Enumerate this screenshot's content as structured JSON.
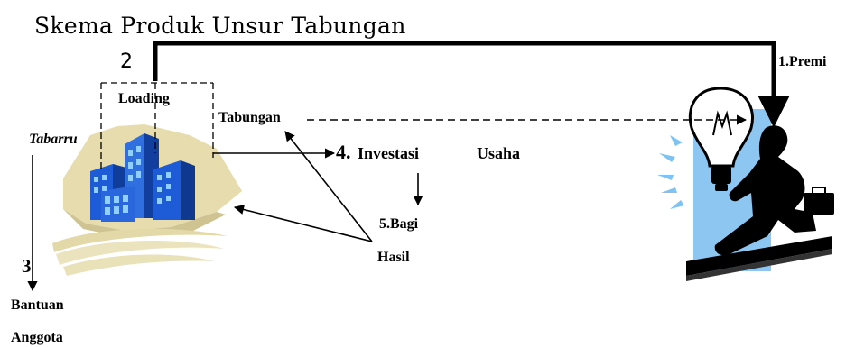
{
  "title": "Skema Produk Unsur Tabungan",
  "labels": {
    "premi": "1.Premi",
    "step2": "2",
    "loading": "Loading",
    "tabungan": "Tabungan",
    "tabarru": "Tabarru",
    "investasi_num": "4.",
    "investasi": "Investasi",
    "usaha": "Usaha",
    "bagi": "5.Bagi",
    "hasil": "Hasil",
    "step3": "3",
    "bantuan": "Bantuan",
    "anggota": "Anggota"
  },
  "icons": {
    "company": "office-building-clipart",
    "participant": "businessman-lightbulb-clipart"
  },
  "colors": {
    "building_blue": "#1e5bd6",
    "building_light": "#5fa8f0",
    "backdrop_tan": "#e6dcae",
    "panel_blue": "#8ec6f2",
    "line": "#000000"
  }
}
